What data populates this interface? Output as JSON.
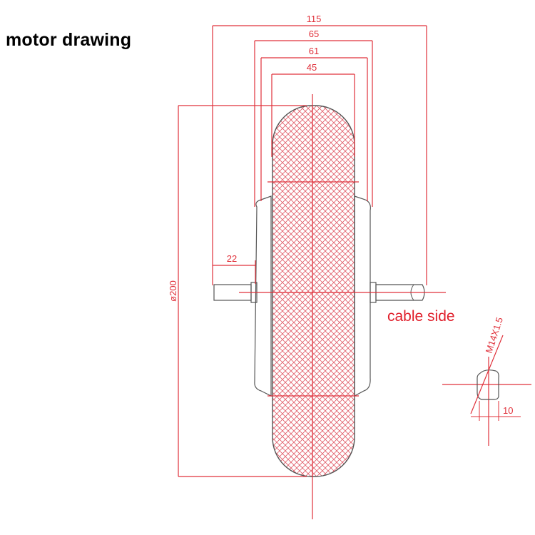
{
  "title": "motor drawing",
  "dimensions": {
    "overall_width": "115",
    "hub_width": "65",
    "rim_width": "61",
    "tire_width": "45",
    "axle_length": "22",
    "diameter": "ø200",
    "thread": "M14X1.5",
    "flat": "10"
  },
  "labels": {
    "cable_side": "cable side"
  },
  "colors": {
    "dimension_line": "#e0303a",
    "tire_hatch": "#e05060",
    "outline": "#555555"
  }
}
